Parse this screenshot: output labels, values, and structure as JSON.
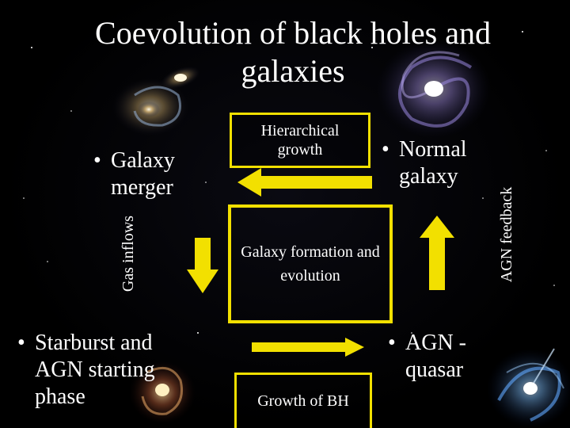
{
  "title": "Coevolution of black holes and galaxies",
  "nodes": {
    "galaxy_merger": "Galaxy merger",
    "normal_galaxy": "Normal galaxy",
    "starburst": "Starburst and AGN starting phase",
    "agn_quasar": "AGN - quasar",
    "hierarchical_growth": "Hierarchical growth",
    "galaxy_formation": "Galaxy formation and evolution",
    "growth_bh": "Growth of BH"
  },
  "edges": {
    "gas_inflows": "Gas inflows",
    "agn_feedback": "AGN feedback"
  },
  "colors": {
    "arrow": "#f2e000",
    "box_border": "#f2e000",
    "text": "#ffffff",
    "background": "#000000"
  }
}
